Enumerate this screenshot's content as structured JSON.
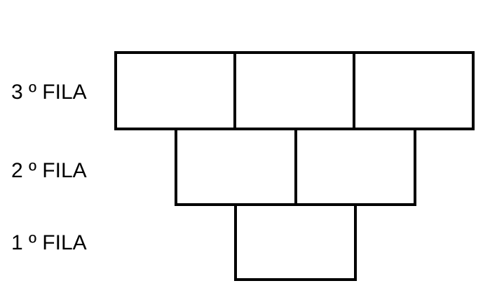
{
  "diagram": {
    "rows": [
      {
        "label": "3 º FILA",
        "blocks": 3
      },
      {
        "label": "2 º FILA",
        "blocks": 2
      },
      {
        "label": "1 º FILA",
        "blocks": 1
      }
    ],
    "colors": {
      "stroke": "#000000",
      "fill": "#ffffff",
      "text": "#000000"
    }
  }
}
